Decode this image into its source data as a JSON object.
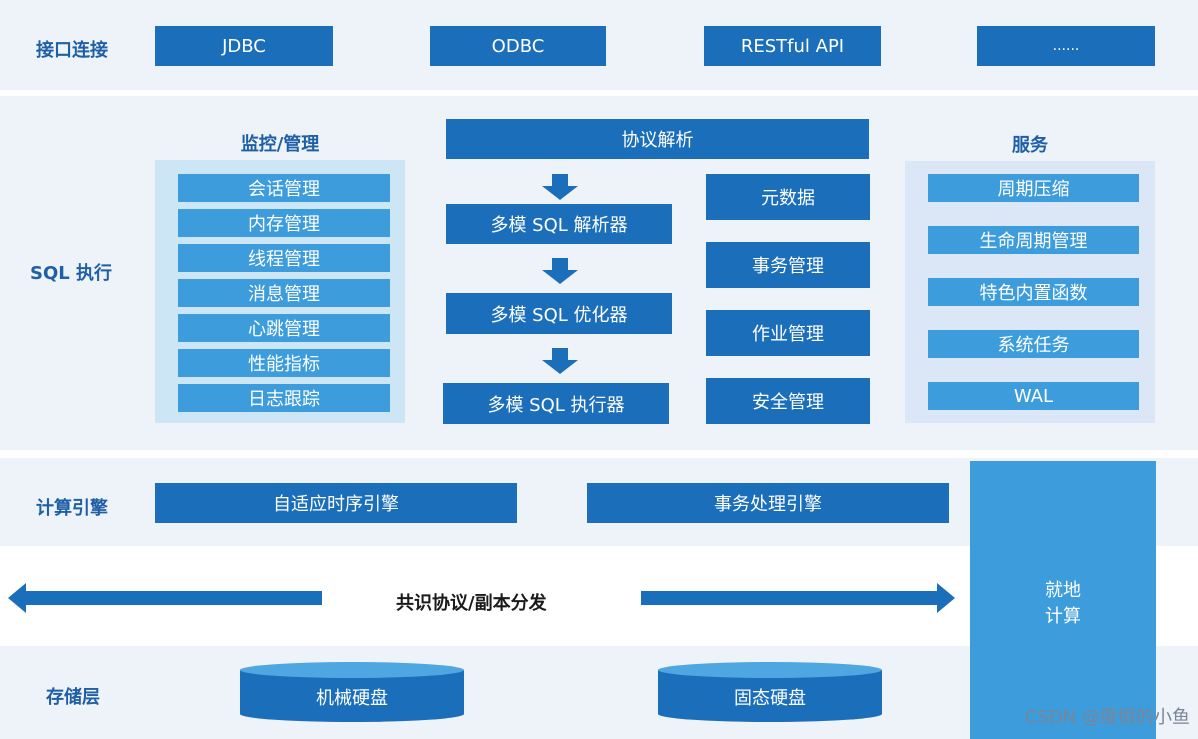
{
  "rows": {
    "interface": "接口连接",
    "sql": "SQL 执行",
    "compute": "计算引擎",
    "storage": "存储层"
  },
  "interface_items": [
    "JDBC",
    "ODBC",
    "RESTful API",
    "......"
  ],
  "monitor": {
    "title": "监控/管理",
    "items": [
      "会话管理",
      "内存管理",
      "线程管理",
      "消息管理",
      "心跳管理",
      "性能指标",
      "日志跟踪"
    ]
  },
  "protocol_parse": "协议解析",
  "pipeline": [
    "多模 SQL 解析器",
    "多模 SQL 优化器",
    "多模 SQL 执行器"
  ],
  "mgmt_items": [
    "元数据",
    "事务管理",
    "作业管理",
    "安全管理"
  ],
  "services": {
    "title": "服务",
    "items": [
      "周期压缩",
      "生命周期管理",
      "特色内置函数",
      "系统任务",
      "WAL"
    ]
  },
  "engines": [
    "自适应时序引擎",
    "事务处理引擎"
  ],
  "consensus": "共识协议/副本分发",
  "disks": [
    "机械硬盘",
    "固态硬盘"
  ],
  "local_compute": [
    "就地",
    "计算"
  ],
  "watermark": "CSDN @度假的小鱼",
  "colors": {
    "primary": "#1b6fba",
    "secondary": "#3d9ddc",
    "band": "#eef3fa",
    "panel": "#cde6f6",
    "label": "#1f5fa6"
  }
}
